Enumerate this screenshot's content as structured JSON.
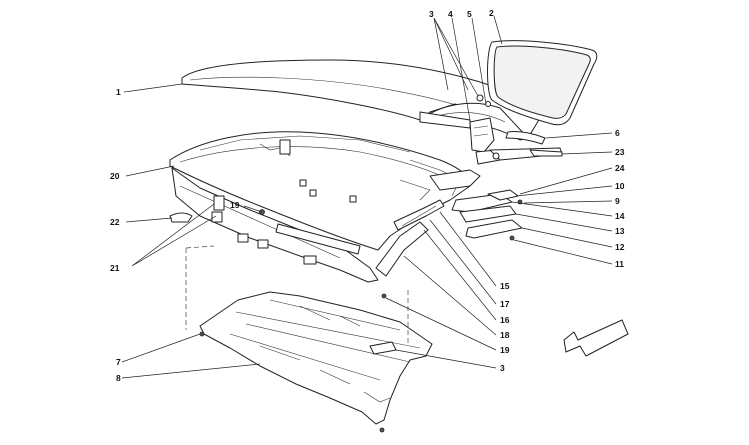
{
  "labels": [
    {
      "id": "1",
      "text": "1"
    },
    {
      "id": "2",
      "text": "2"
    },
    {
      "id": "3a",
      "text": "3"
    },
    {
      "id": "4",
      "text": "4"
    },
    {
      "id": "5",
      "text": "5"
    },
    {
      "id": "6",
      "text": "6"
    },
    {
      "id": "23",
      "text": "23"
    },
    {
      "id": "24",
      "text": "24"
    },
    {
      "id": "10",
      "text": "10"
    },
    {
      "id": "9",
      "text": "9"
    },
    {
      "id": "14",
      "text": "14"
    },
    {
      "id": "13",
      "text": "13"
    },
    {
      "id": "12",
      "text": "12"
    },
    {
      "id": "11",
      "text": "11"
    },
    {
      "id": "20",
      "text": "20"
    },
    {
      "id": "19a",
      "text": "19"
    },
    {
      "id": "22",
      "text": "22"
    },
    {
      "id": "21",
      "text": "21"
    },
    {
      "id": "15",
      "text": "15"
    },
    {
      "id": "17",
      "text": "17"
    },
    {
      "id": "16",
      "text": "16"
    },
    {
      "id": "18",
      "text": "18"
    },
    {
      "id": "19b",
      "text": "19"
    },
    {
      "id": "3b",
      "text": "3"
    },
    {
      "id": "7",
      "text": "7"
    },
    {
      "id": "8",
      "text": "8"
    }
  ],
  "colors": {
    "line": "#222222",
    "fill": "#ffffff",
    "glass": "#eeeeee"
  },
  "direction_arrow": {
    "icon": "front-direction-arrow-icon"
  }
}
